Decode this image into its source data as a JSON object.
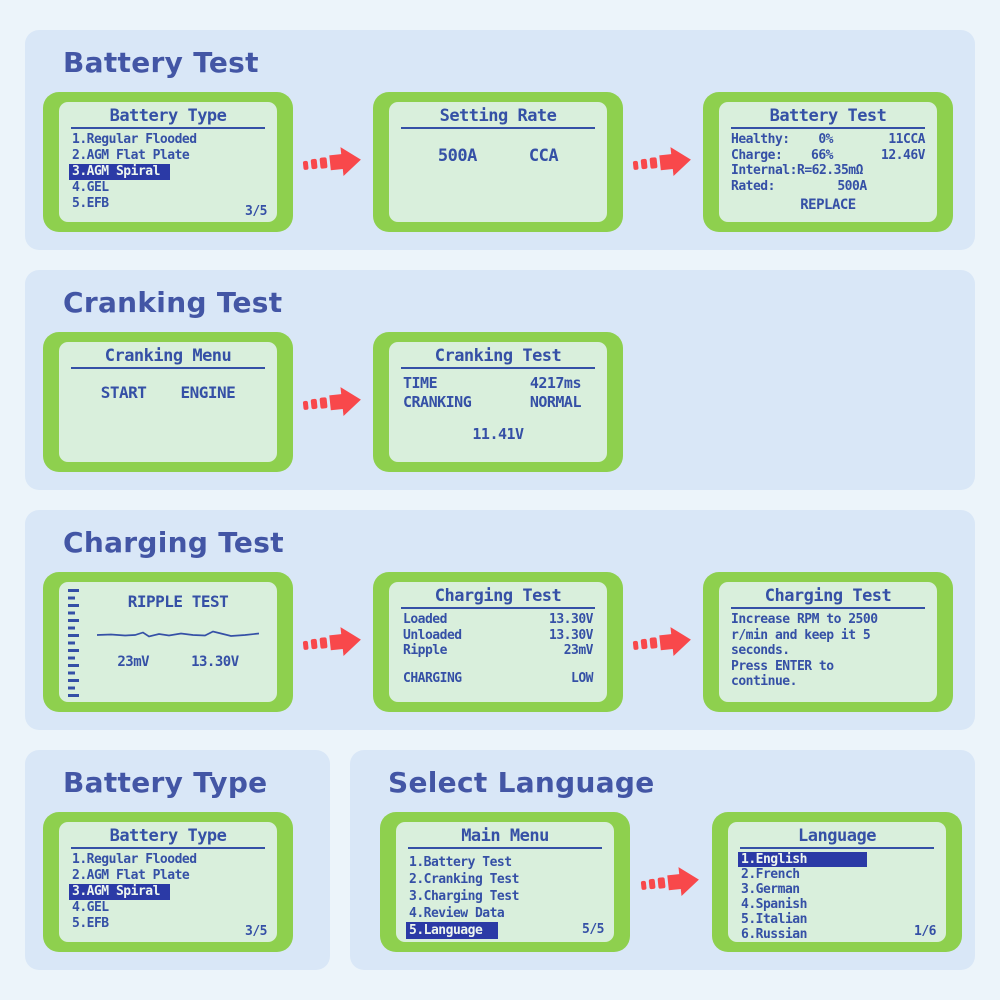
{
  "colors": {
    "page_bg": "#ecf4fa",
    "card_bg": "#d9e7f7",
    "heading_text": "#4356a5",
    "screen_frame_green": "#8ed04e",
    "screen_bg": "#d9efdc",
    "screen_text": "#3550a6",
    "highlight_bg": "#2b3aa6",
    "highlight_text": "#eef6ee",
    "arrow_red": "#f8484b"
  },
  "sections": {
    "battery_test": {
      "heading": "Battery Test",
      "battery_type_screen": {
        "title": "Battery Type",
        "items": [
          "1.Regular Flooded",
          "2.AGM Flat Plate",
          "3.AGM Spiral",
          "4.GEL",
          "5.EFB"
        ],
        "page": "3/5"
      },
      "setting_rate_screen": {
        "title": "Setting Rate",
        "left": "500A",
        "right": "CCA"
      },
      "result_screen": {
        "title": "Battery Test",
        "healthy_label": "Healthy:",
        "healthy_pct": "0%",
        "healthy_cca": "11CCA",
        "charge_label": "Charge:",
        "charge_pct": "66%",
        "charge_volts": "12.46V",
        "internal_label": "Internal:",
        "internal_value": "R=62.35mΩ",
        "rated_label": "Rated:",
        "rated_value": "500A",
        "verdict": "REPLACE"
      }
    },
    "cranking_test": {
      "heading": "Cranking Test",
      "menu_screen": {
        "title": "Cranking Menu",
        "left": "START",
        "right": "ENGINE"
      },
      "result_screen": {
        "title": "Cranking Test",
        "time_label": "TIME",
        "time_value": "4217ms",
        "cranking_label": "CRANKING",
        "cranking_value": "NORMAL",
        "voltage": "11.41V"
      }
    },
    "charging_test": {
      "heading": "Charging Test",
      "ripple_screen": {
        "title": "RIPPLE TEST",
        "ripple_value": "23mV",
        "voltage_value": "13.30V"
      },
      "result_screen": {
        "title": "Charging Test",
        "loaded_label": "Loaded",
        "loaded_value": "13.30V",
        "unloaded_label": "Unloaded",
        "unloaded_value": "13.30V",
        "ripple_label": "Ripple",
        "ripple_value": "23mV",
        "status_label": "CHARGING",
        "status_value": "LOW"
      },
      "info_screen": {
        "title": "Charging Test",
        "lines": [
          "Increase RPM to 2500",
          "r/min and keep it 5",
          "seconds.",
          "Press ENTER to",
          "continue."
        ]
      }
    },
    "battery_type_card": {
      "heading": "Battery Type",
      "screen": {
        "title": "Battery Type",
        "items": [
          "1.Regular Flooded",
          "2.AGM Flat Plate",
          "3.AGM Spiral",
          "4.GEL",
          "5.EFB"
        ],
        "page": "3/5"
      }
    },
    "select_language": {
      "heading": "Select Language",
      "main_menu_screen": {
        "title": "Main Menu",
        "items": [
          "1.Battery Test",
          "2.Cranking Test",
          "3.Charging Test",
          "4.Review Data",
          "5.Language"
        ],
        "page": "5/5"
      },
      "language_screen": {
        "title": "Language",
        "items": [
          "1.English",
          "2.French",
          "3.German",
          "4.Spanish",
          "5.Italian",
          "6.Russian"
        ],
        "page": "1/6"
      }
    }
  }
}
